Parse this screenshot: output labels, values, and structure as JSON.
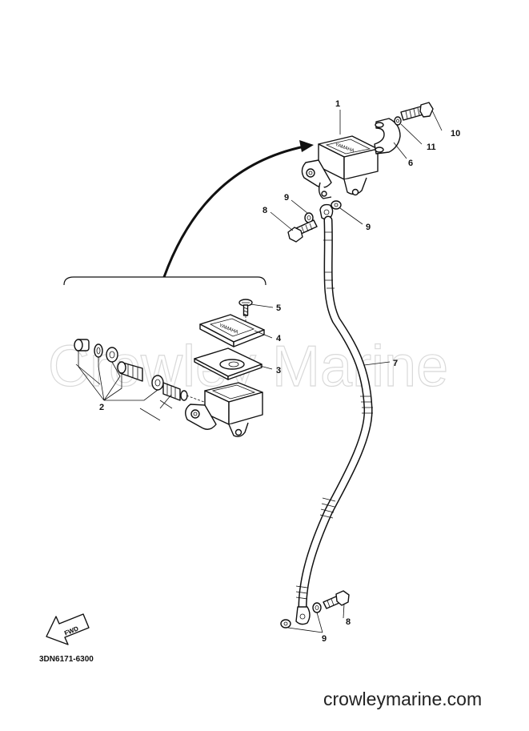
{
  "watermark": "Crowley Marine",
  "diagram_code": "3DN6171-6300",
  "site_url": "crowleymarine.com",
  "fwd_label": "FWD",
  "brand_label": "YAMAHA",
  "callouts": [
    {
      "id": "1",
      "label": "1"
    },
    {
      "id": "2",
      "label": "2"
    },
    {
      "id": "3",
      "label": "3"
    },
    {
      "id": "4",
      "label": "4"
    },
    {
      "id": "5",
      "label": "5"
    },
    {
      "id": "6",
      "label": "6"
    },
    {
      "id": "7",
      "label": "7"
    },
    {
      "id": "8a",
      "label": "8"
    },
    {
      "id": "8b",
      "label": "8"
    },
    {
      "id": "9a",
      "label": "9"
    },
    {
      "id": "9b",
      "label": "9"
    },
    {
      "id": "9c",
      "label": "9"
    },
    {
      "id": "10",
      "label": "10"
    },
    {
      "id": "11",
      "label": "11"
    }
  ]
}
